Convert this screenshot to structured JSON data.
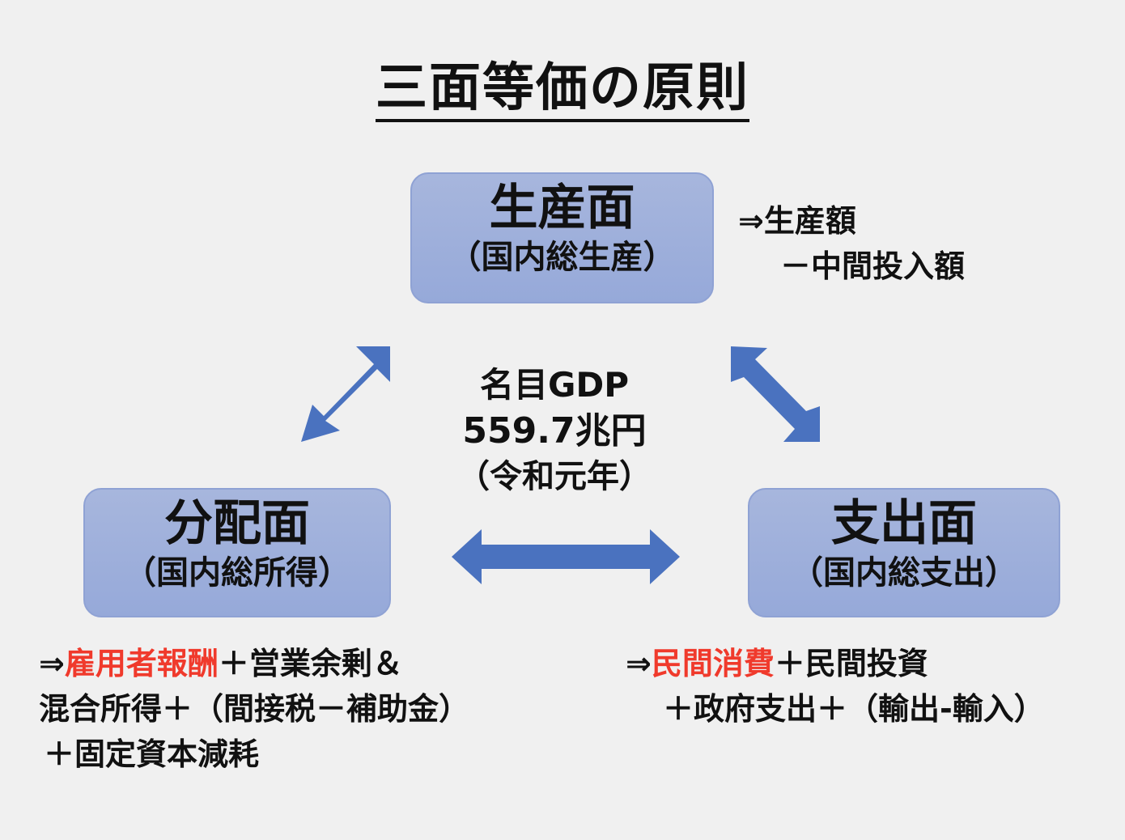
{
  "title": "三面等価の原則",
  "colors": {
    "box_fill": "#a7b6dd",
    "arrow": "#4a72bf",
    "highlight": "#f03a2c"
  },
  "production": {
    "title": "生産面",
    "subtitle": "（国内総生産）"
  },
  "distribution": {
    "title": "分配面",
    "subtitle": "（国内総所得）"
  },
  "expenditure": {
    "title": "支出面",
    "subtitle": "（国内総支出）"
  },
  "center": {
    "label": "名目GDP",
    "value": "559.7兆円",
    "period": "（令和元年）"
  },
  "production_formula": {
    "line1": "⇒生産額",
    "line2": "－中間投入額"
  },
  "distribution_formula": {
    "prefix": "⇒",
    "highlight": "雇用者報酬",
    "line1_rest": "＋営業余剰＆",
    "line2": "混合所得＋（間接税－補助金）",
    "line3": "＋固定資本減耗"
  },
  "expenditure_formula": {
    "prefix": "⇒",
    "highlight": "民間消費",
    "line1_rest": "＋民間投資",
    "line2": "＋政府支出＋（輸出-輸入）"
  },
  "arrows": [
    "arrow-production-distribution",
    "arrow-production-expenditure",
    "arrow-distribution-expenditure"
  ]
}
